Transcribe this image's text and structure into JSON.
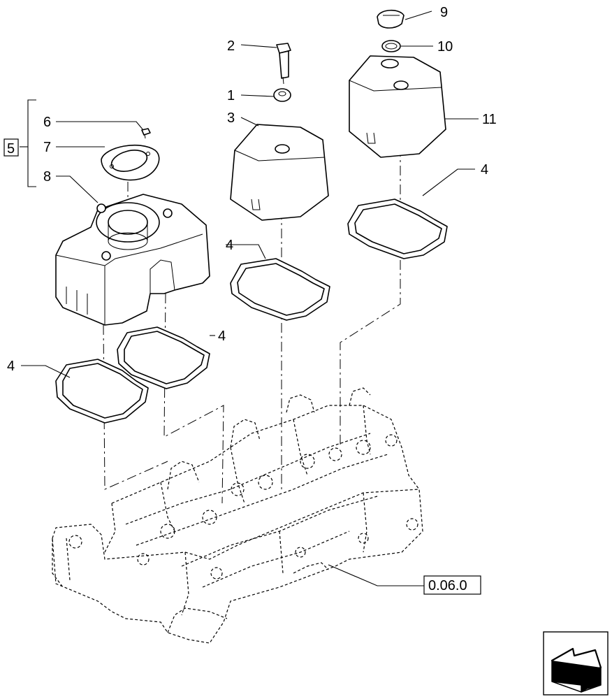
{
  "callouts": {
    "c1": "1",
    "c2": "2",
    "c3": "3",
    "c4a": "4",
    "c4b": "4",
    "c4c": "4",
    "c4d": "4",
    "c5": "5",
    "c6": "6",
    "c7": "7",
    "c8": "8",
    "c9": "9",
    "c10": "10",
    "c11": "11"
  },
  "reference": {
    "section_ref": "0.06.0"
  },
  "icons": {
    "nav": "next-page-arrow-icon"
  }
}
